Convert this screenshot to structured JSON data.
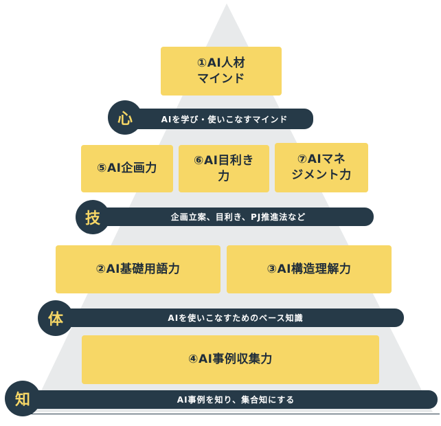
{
  "levels": {
    "mind": {
      "badge": "心",
      "bar_text": "AIを学び・使いこなすマインド",
      "boxes": [
        "①AI人材\nマインド"
      ]
    },
    "skill": {
      "badge": "技",
      "bar_text": "企画立案、目利き、PJ推進法など",
      "boxes": [
        "⑤AI企画力",
        "⑥AI目利き\n力",
        "⑦AIマネ\nジメント力"
      ]
    },
    "body": {
      "badge": "体",
      "bar_text": "AIを使いこなすためのベース知識",
      "boxes": [
        "②AI基礎用語力",
        "③AI構造理解力"
      ]
    },
    "knowledge": {
      "badge": "知",
      "bar_text": "AI事例を知り、集合知にする",
      "boxes": [
        "④AI事例収集力"
      ]
    }
  },
  "colors": {
    "box": "#f7d766",
    "bar": "#263a48",
    "badge_text": "#f7d766",
    "pyramid": "#e8eaeb"
  }
}
